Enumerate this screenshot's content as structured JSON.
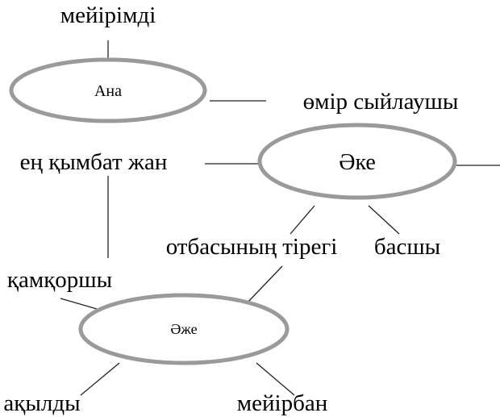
{
  "nodes": {
    "ana": "Ана",
    "ake": "Әке",
    "aje": "Әже"
  },
  "labels": {
    "meyirimdi": "мейірімді",
    "omir_syilaushy": "өмір сыйлаушы",
    "en_qymbat_jan": "ең қымбат жан",
    "otbasynyn_tiregi": "отбасының тірегі",
    "basshy": "басшы",
    "qamqorshy": "қамқоршы",
    "aqyldy": "ақылды",
    "meyirban": "мейірбан"
  },
  "colors": {
    "ellipse_stroke": "#9a9a9a"
  }
}
